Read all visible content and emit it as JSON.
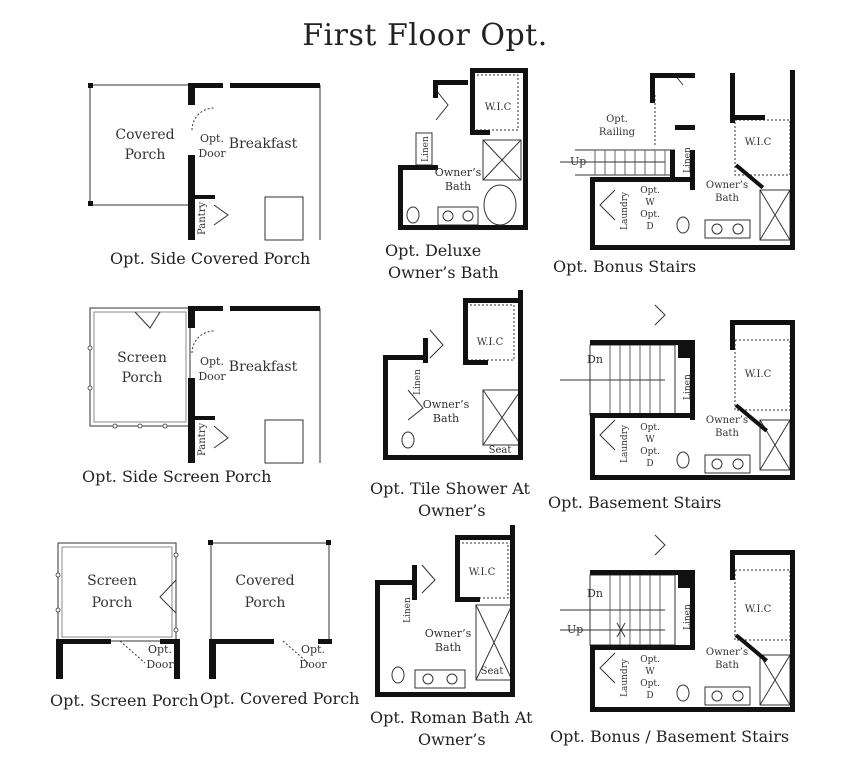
{
  "title": "First Floor Opt.",
  "captions": {
    "side_covered": "Opt. Side Covered Porch",
    "side_screen": "Opt. Side Screen Porch",
    "screen_porch": "Opt. Screen Porch",
    "covered_porch": "Opt. Covered Porch",
    "deluxe_1": "Opt. Deluxe",
    "deluxe_2": "Owner’s Bath",
    "tile_1": "Opt. Tile Shower At",
    "tile_2": "Owner’s",
    "roman_1": "Opt. Roman Bath At",
    "roman_2": "Owner’s",
    "bonus_stairs": "Opt. Bonus Stairs",
    "basement_stairs": "Opt. Basement Stairs",
    "bonus_basement": "Opt. Bonus / Basement Stairs"
  },
  "rooms": {
    "covered_1": "Covered",
    "covered_2": "Porch",
    "screen_1": "Screen",
    "screen_2": "Porch",
    "breakfast": "Breakfast",
    "opt": "Opt.",
    "door": "Door",
    "pantry": "Pantry",
    "wic": "W.I.C",
    "linen": "Linen",
    "owners": "Owner’s",
    "bath": "Bath",
    "seat": "Seat",
    "railing": "Railing",
    "up": "Up",
    "dn": "Dn",
    "laundry": "Laundry",
    "w": "W",
    "d": "D"
  }
}
